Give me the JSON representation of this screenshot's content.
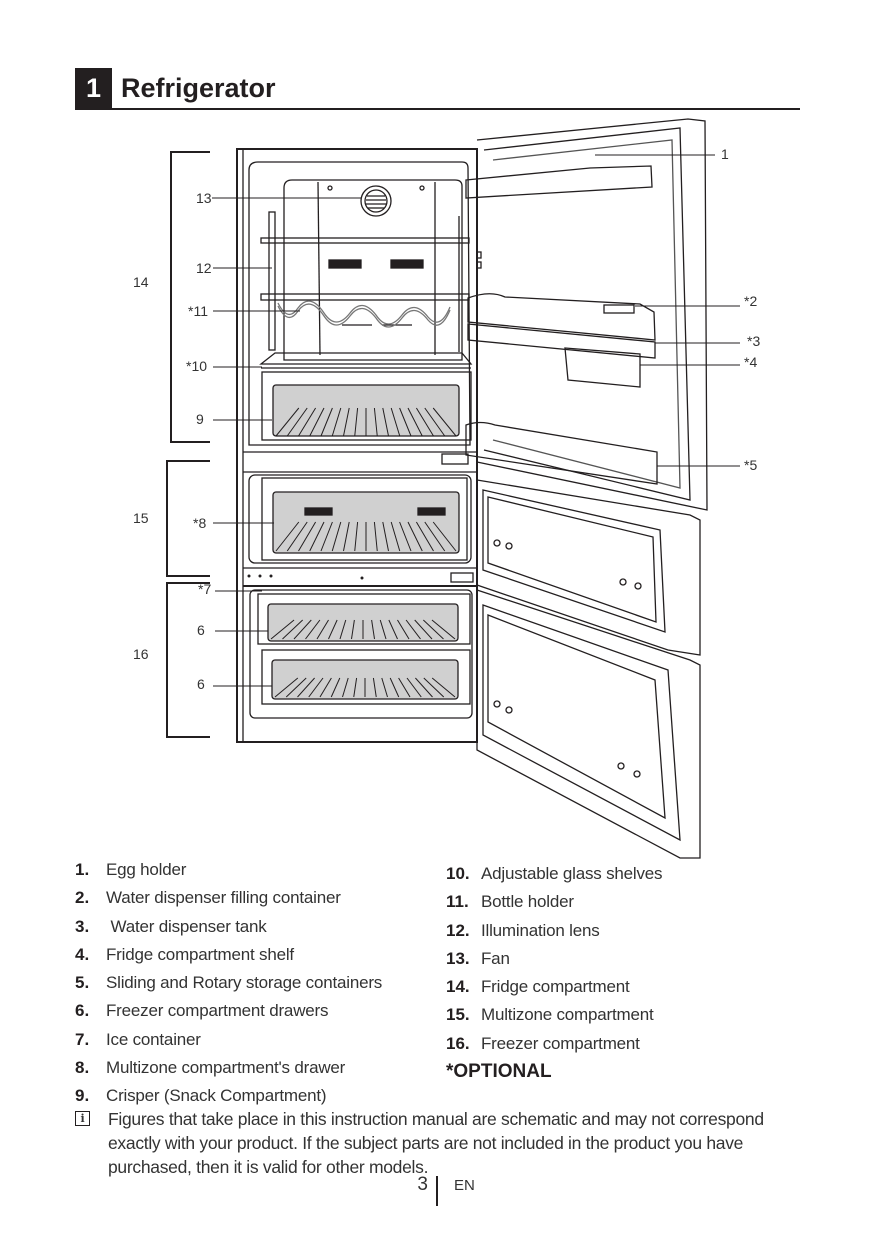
{
  "header": {
    "section_number": "1",
    "section_title": "Refrigerator"
  },
  "diagram": {
    "callouts": {
      "c1": "1",
      "c2": "*2",
      "c3": "*3",
      "c4": "*4",
      "c5": "*5",
      "c6a": "6",
      "c6b": "6",
      "c7": "*7",
      "c8": "*8",
      "c9": "9",
      "c10": "*10",
      "c11": "*11",
      "c12": "12",
      "c13": "13",
      "c14": "14",
      "c15": "15",
      "c16": "16"
    }
  },
  "legend": {
    "left": [
      {
        "num": "1.",
        "label": "Egg holder"
      },
      {
        "num": "2.",
        "label": "Water dispenser filling container"
      },
      {
        "num": "3.",
        "label": " Water dispenser tank"
      },
      {
        "num": "4.",
        "label": "Fridge compartment shelf"
      },
      {
        "num": "5.",
        "label": "Sliding and Rotary storage containers"
      },
      {
        "num": "6.",
        "label": "Freezer compartment drawers"
      },
      {
        "num": "7.",
        "label": "Ice container"
      },
      {
        "num": "8.",
        "label": "Multizone compartment's drawer"
      },
      {
        "num": "9.",
        "label": "Crisper (Snack Compartment)"
      }
    ],
    "right": [
      {
        "num": "10.",
        "label": "Adjustable glass shelves"
      },
      {
        "num": "11.",
        "label": "Bottle holder"
      },
      {
        "num": "12.",
        "label": "Illumination lens"
      },
      {
        "num": "13.",
        "label": "Fan"
      },
      {
        "num": "14.",
        "label": "Fridge compartment"
      },
      {
        "num": "15.",
        "label": "Multizone compartment"
      },
      {
        "num": "16.",
        "label": "Freezer compartment"
      }
    ],
    "optional_note": "*OPTIONAL"
  },
  "note": {
    "icon": "info-icon",
    "icon_glyph": "i",
    "text": "Figures that take place in this instruction manual are schematic and may not correspond exactly with your product. If the subject parts are not included in the product you have purchased, then it is valid for other models."
  },
  "footer": {
    "page_number": "3",
    "language": "EN"
  }
}
